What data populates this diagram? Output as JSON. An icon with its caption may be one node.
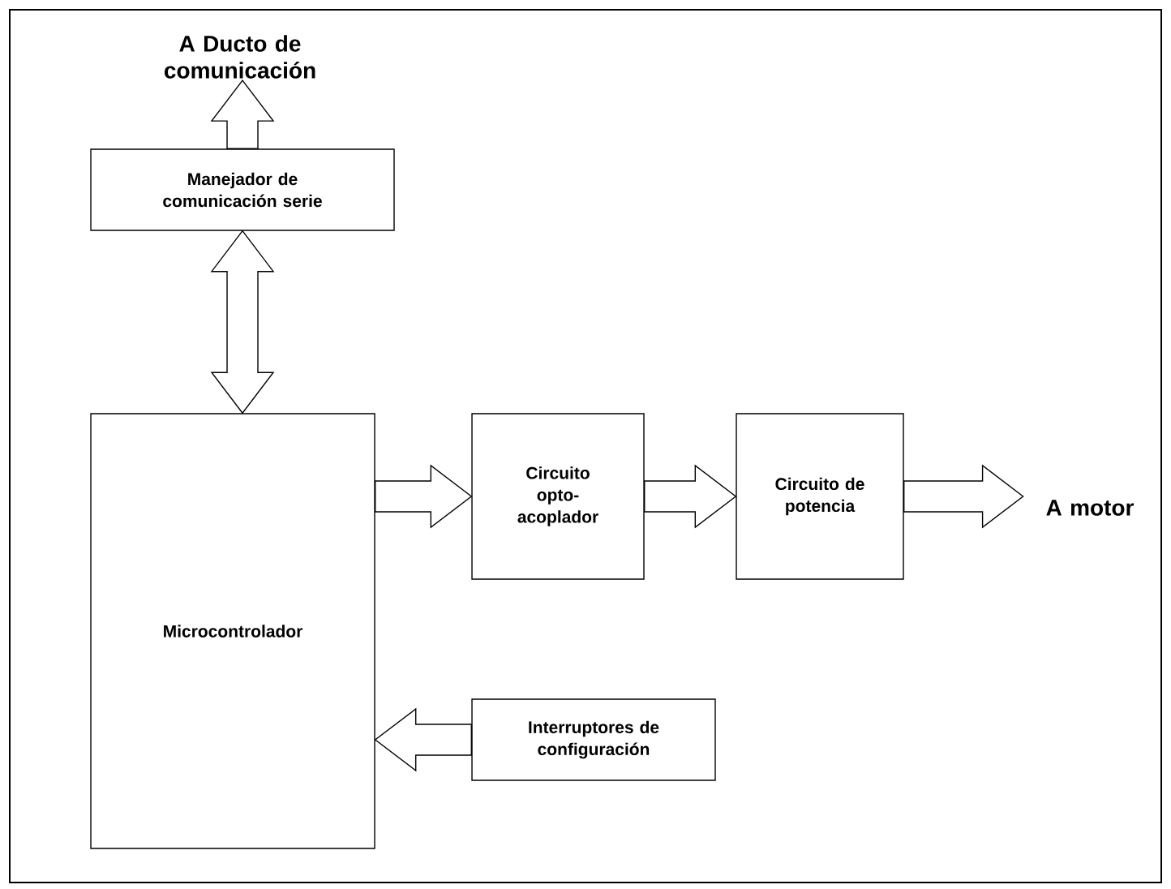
{
  "diagram": {
    "nodes": [
      {
        "text": [
          "A Ducto de comunicación"
        ]
      },
      {
        "text": [
          "Manejador de comunicación serie"
        ]
      },
      {
        "text": [
          "Microcontrolador"
        ]
      },
      {
        "text": [
          "Circuito opto-acoplador"
        ]
      },
      {
        "text": [
          "Circuito de potencia"
        ]
      },
      {
        "text": [
          "A motor"
        ]
      },
      {
        "text": [
          "Interruptores de configuración"
        ]
      }
    ],
    "edges": [
      {
        "from": 1,
        "to": 0,
        "arrow": "to"
      },
      {
        "from": 1,
        "to": 2,
        "arrow": "both"
      },
      {
        "from": 2,
        "to": 3,
        "arrow": "to"
      },
      {
        "from": 3,
        "to": 4,
        "arrow": "to"
      },
      {
        "from": 4,
        "to": 5,
        "arrow": "to"
      },
      {
        "from": 6,
        "to": 2,
        "arrow": "to"
      }
    ]
  }
}
